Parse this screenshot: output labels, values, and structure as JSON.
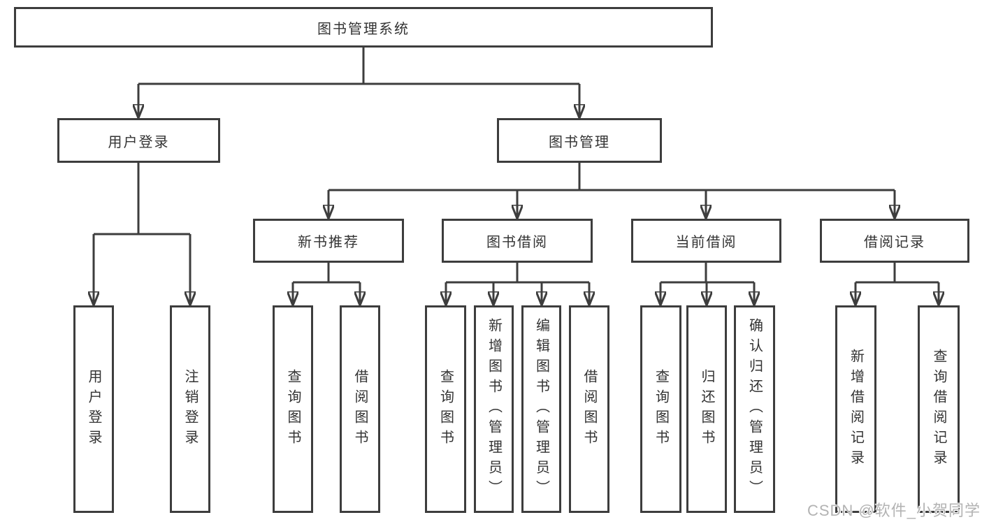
{
  "diagram": {
    "root": "图书管理系统",
    "line_color": "#3d3d3d",
    "text_color": "#333333",
    "branches": [
      {
        "label": "用户登录",
        "children": [
          "用户登录",
          "注销登录"
        ]
      },
      {
        "label": "图书管理",
        "children": [
          {
            "label": "新书推荐",
            "children": [
              "查询图书",
              "借阅图书"
            ]
          },
          {
            "label": "图书借阅",
            "children": [
              "查询图书",
              "新增图书（管理员）",
              "编辑图书（管理员）",
              "借阅图书"
            ]
          },
          {
            "label": "当前借阅",
            "children": [
              "查询图书",
              "归还图书",
              "确认归还（管理员）"
            ]
          },
          {
            "label": "借阅记录",
            "children": [
              "新增借阅记录",
              "查询借阅记录"
            ]
          }
        ]
      }
    ]
  },
  "watermark": {
    "text": "CSDN @软件_小贺同学",
    "color": "#b3b3b3"
  }
}
